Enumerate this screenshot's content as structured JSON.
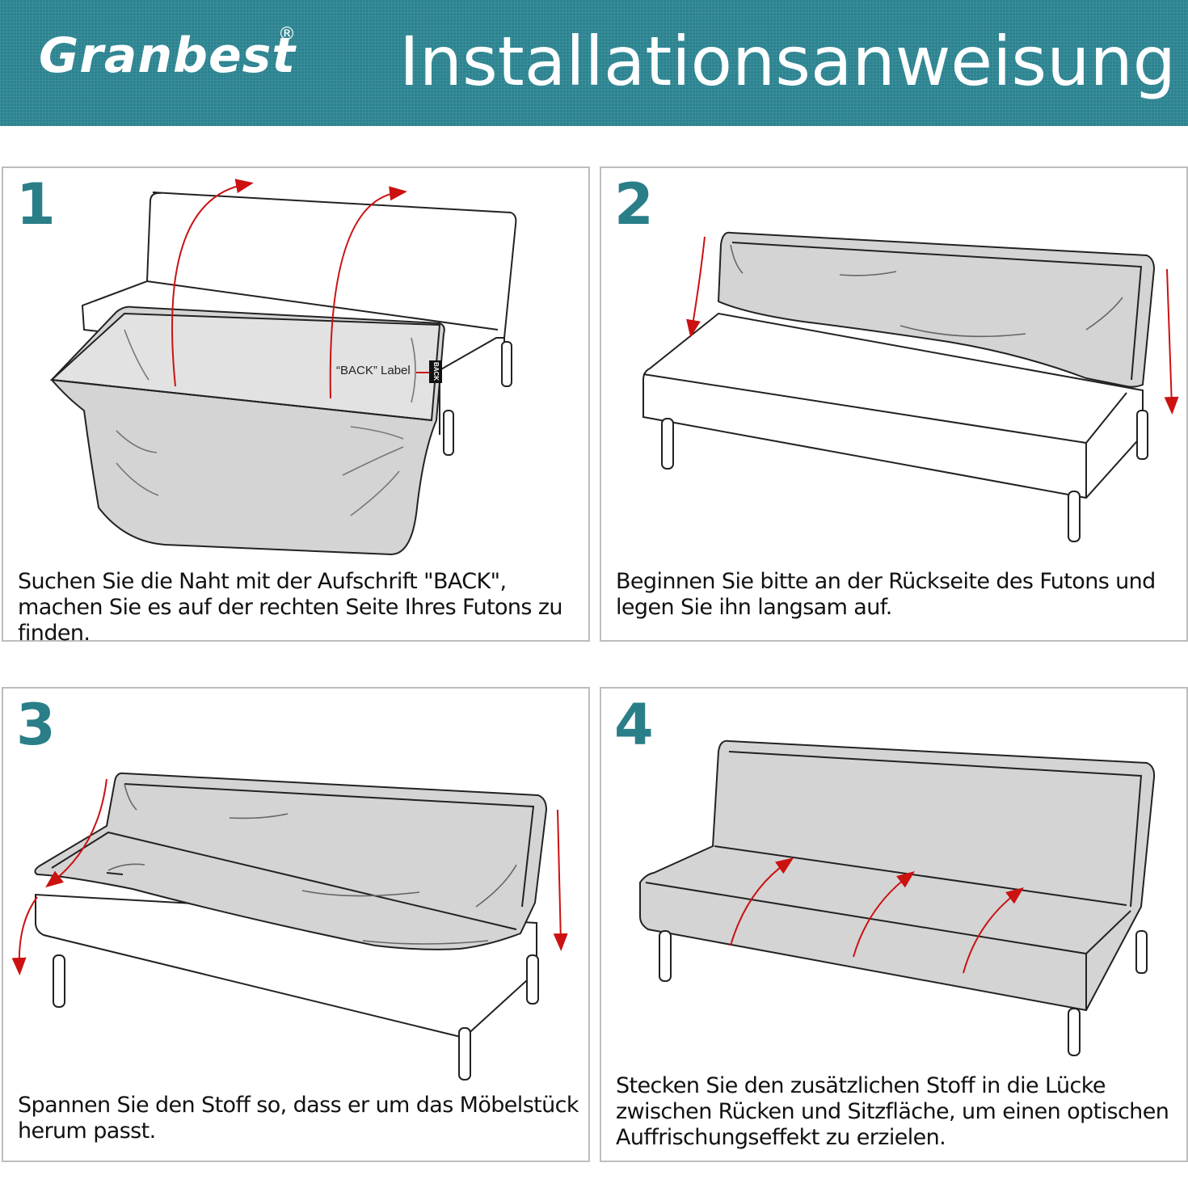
{
  "header": {
    "brand": "Granbest",
    "brand_mark": "®",
    "title": "Installationsanweisung",
    "background_color": "#2b8390"
  },
  "accent_color": "#2a7e88",
  "arrow_color": "#cc1111",
  "steps": [
    {
      "number": "1",
      "caption": "Suchen Sie die Naht mit der Aufschrift \"BACK\", machen Sie es auf der rechten Seite Ihres Futons zu finden.",
      "label": "“BACK” Label",
      "tag": "BACK"
    },
    {
      "number": "2",
      "caption": "Beginnen Sie bitte an der Rückseite des Futons und legen Sie ihn langsam auf."
    },
    {
      "number": "3",
      "caption": "Spannen Sie den Stoff so, dass er um das Möbelstück herum passt."
    },
    {
      "number": "4",
      "caption": "Stecken Sie den zusätzlichen Stoff in die Lücke zwischen Rücken und Sitzfläche, um einen optischen Auffrischungseffekt zu erzielen."
    }
  ]
}
